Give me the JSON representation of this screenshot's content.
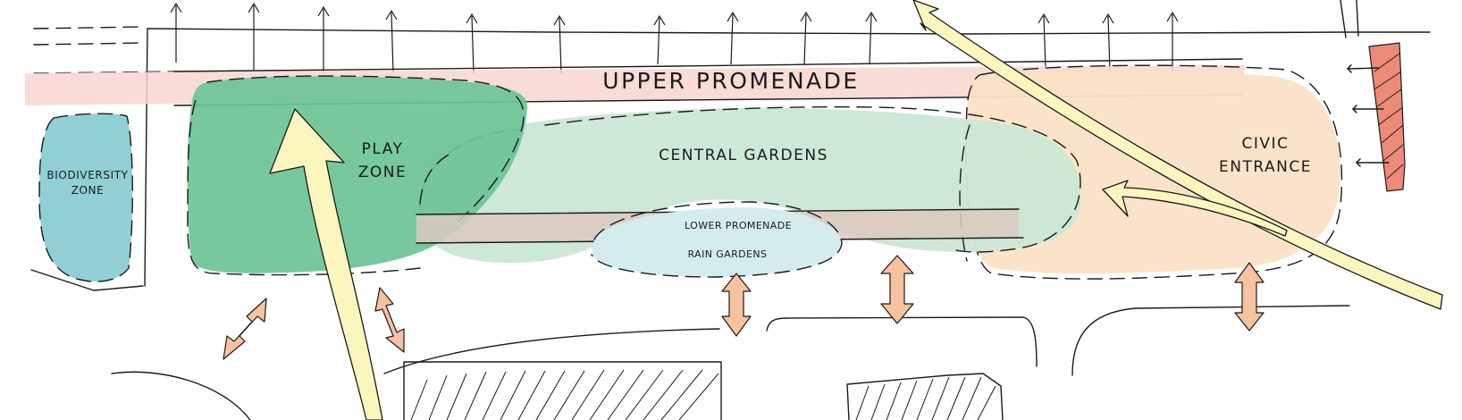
{
  "diagram": {
    "colors": {
      "play_zone": "#6dc396",
      "central_gardens": "#cbe7d5",
      "biodiversity_zone": "#90d0d4",
      "civic_entrance": "#fbe2c6",
      "upper_promenade": "#f7d6ce",
      "lower_promenade": "#dcc9c0",
      "rain_gardens": "#d4ecee",
      "access_arrow": "#f7c29f",
      "pathway_arrow": "#fbf6bd",
      "building_block": "#ec8a78"
    },
    "labels": {
      "upper_promenade": "UPPER PROMENADE",
      "play_zone": [
        "PLAY",
        "ZONE"
      ],
      "central_gardens": "CENTRAL GARDENS",
      "civic_entrance": [
        "CIVIC",
        "ENTRANCE"
      ],
      "biodiversity_zone": [
        "BIODIVERSITY",
        "ZONE"
      ],
      "lower_promenade": "LOWER PROMENADE",
      "rain_gardens": "RAIN GARDENS"
    }
  }
}
